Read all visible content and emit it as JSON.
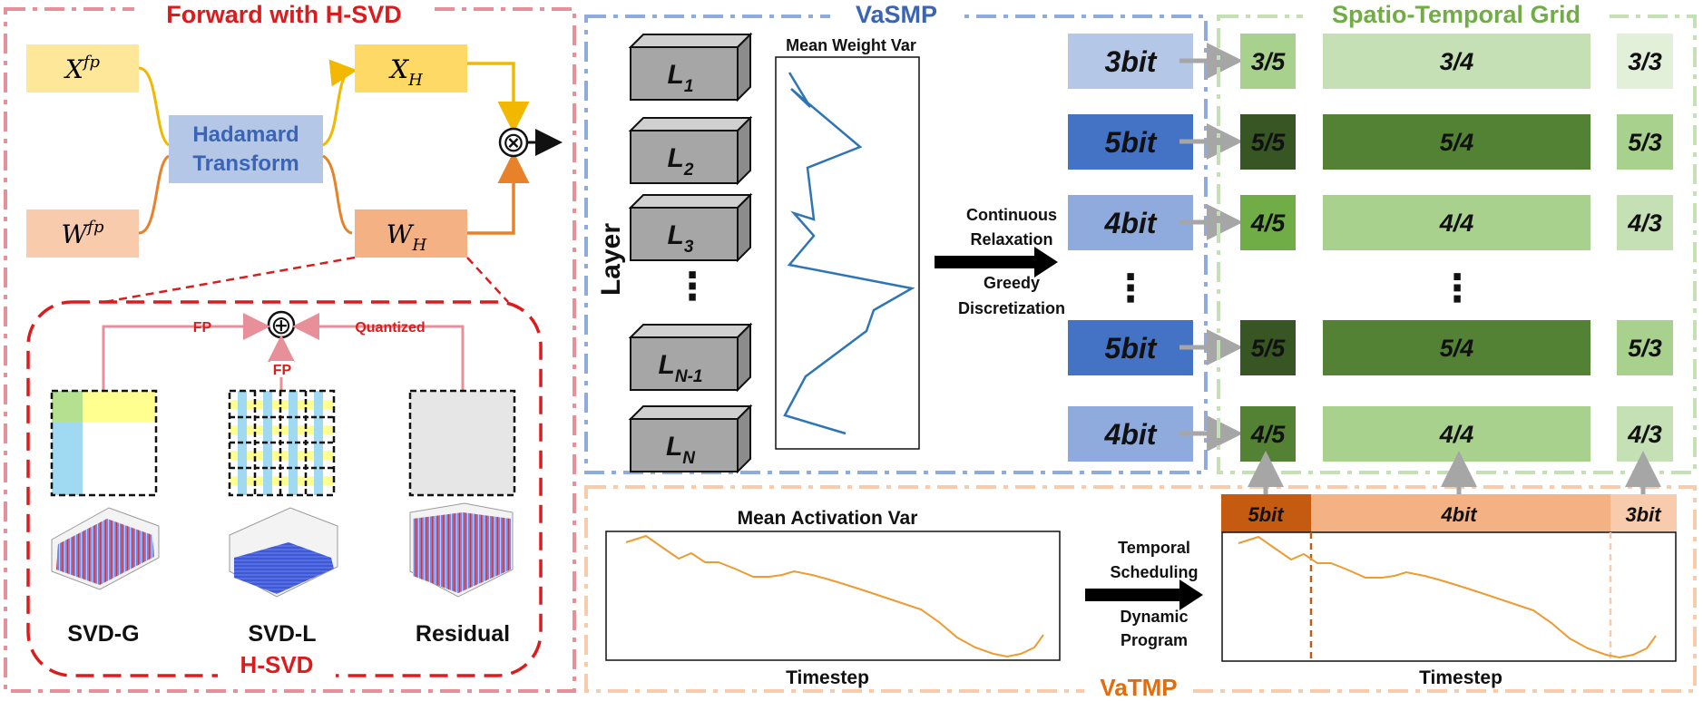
{
  "colors": {
    "red": "#dc1c1c",
    "pink": "#e8909a",
    "blue_dash": "#8faadc",
    "green_dash": "#c5e0b4",
    "orange_dash": "#f8cbad",
    "yellow": "#ffd966",
    "peach": "#f8cbad",
    "light_blue": "#b4c7e7",
    "hadamard_text": "#3b64b5",
    "wh_orange": "#f4b183",
    "bit_light": "#b4c7e7",
    "bit_mid": "#8faadc",
    "bit_dark": "#4472c4",
    "green_light": "#c5e0b4",
    "green_mid": "#a9d18e",
    "green_dark": "#548235",
    "green_darkest": "#375623",
    "green_text": "#70ad47",
    "vatmp_text": "#e46c0a",
    "line_blue": "#2e75b6",
    "line_orange": "#ed9b33"
  },
  "hsvd": {
    "title": "Forward with H-SVD",
    "xfp_base": "X",
    "xfp_sup": "fp",
    "wfp_base": "W",
    "wfp_sup": "fp",
    "xh_base": "X",
    "xh_sub": "H",
    "wh_base": "W",
    "wh_sub": "H",
    "hadamard_line1": "Hadamard",
    "hadamard_line2": "Transform",
    "otimes": "⊗",
    "oplus": "⊕",
    "fp_left": "FP",
    "fp_mid": "FP",
    "quantized": "Quantized",
    "svd_g": "SVD-G",
    "svd_l": "SVD-L",
    "residual": "Residual",
    "inner_title": "H-SVD"
  },
  "vasmp": {
    "title": "VaSMP",
    "layer_axis": "Layer",
    "chart_title": "Mean Weight Var",
    "relax_1": "Continuous",
    "relax_2": "Relaxation",
    "greedy_1": "Greedy",
    "greedy_2": "Discretization",
    "layers": [
      {
        "base": "L",
        "sub": "1"
      },
      {
        "base": "L",
        "sub": "2"
      },
      {
        "base": "L",
        "sub": "3"
      },
      {
        "base": "L",
        "sub": "N-1"
      },
      {
        "base": "L",
        "sub": "N"
      }
    ],
    "bits": [
      "3bit",
      "5bit",
      "4bit",
      "5bit",
      "4bit"
    ]
  },
  "grid": {
    "title": "Spatio-Temporal  Grid",
    "rows": [
      [
        "3/5",
        "3/4",
        "3/3"
      ],
      [
        "5/5",
        "5/4",
        "5/3"
      ],
      [
        "4/5",
        "4/4",
        "4/3"
      ],
      [
        "5/5",
        "5/4",
        "5/3"
      ],
      [
        "4/5",
        "4/4",
        "4/3"
      ]
    ]
  },
  "vatmp": {
    "title": "VaTMP",
    "chart_title": "Mean Activation Var",
    "xlabel": "Timestep",
    "sched_1": "Temporal",
    "sched_2": "Scheduling",
    "dp_1": "Dynamic",
    "dp_2": "Program",
    "bits": [
      "5bit",
      "4bit",
      "3bit"
    ],
    "xlabel2": "Timestep"
  },
  "ellipsis": "⋮"
}
